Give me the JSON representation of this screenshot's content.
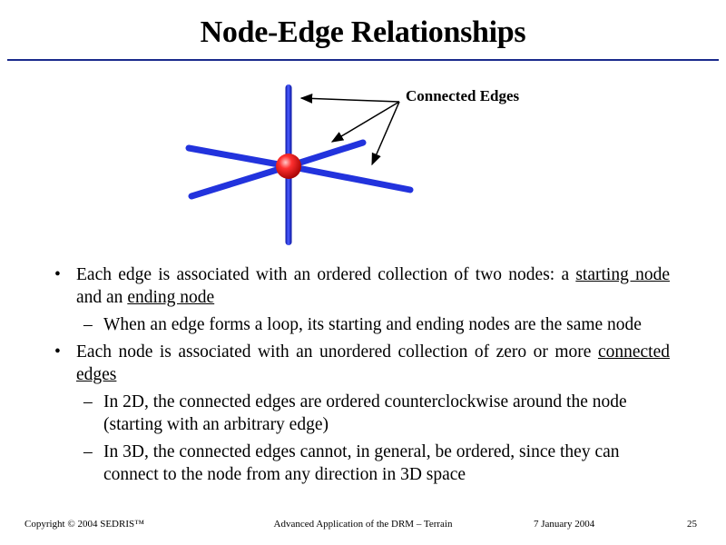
{
  "slide": {
    "title": "Node-Edge Relationships",
    "accent_color": "#1a2a8c"
  },
  "diagram": {
    "annotation_label": "Connected Edges",
    "edge_color": "#2233dd",
    "node_color": "#ee1111"
  },
  "bullets": [
    {
      "parts": [
        "Each edge is associated with an ordered collection of two nodes:  a ",
        "starting node",
        " and an ",
        "ending node"
      ],
      "subs": [
        "When an edge forms a loop, its starting and ending nodes are the same node"
      ]
    },
    {
      "parts": [
        "Each node is associated with an unordered collection of zero or more ",
        "connected edges"
      ],
      "subs": [
        "In 2D, the connected edges are ordered counterclockwise around the node (starting with an arbitrary edge)",
        "In 3D, the connected edges cannot, in general, be ordered, since they can connect to the node from any direction in 3D space"
      ]
    }
  ],
  "footer": {
    "copyright": "Copyright © 2004 SEDRIS™",
    "subtitle": "Advanced Application of the DRM – Terrain",
    "date": "7 January 2004",
    "page_number": "25"
  }
}
